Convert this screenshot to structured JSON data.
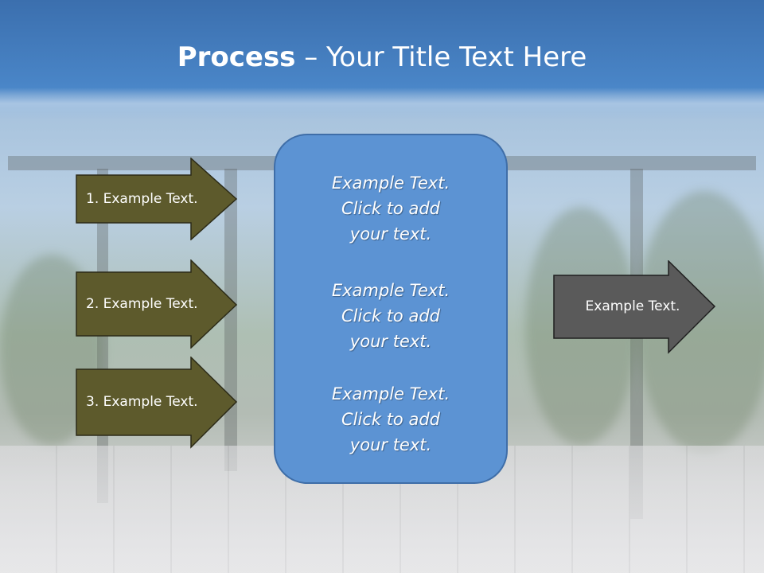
{
  "title": {
    "bold": "Process",
    "rest": " – Your Title Text Here"
  },
  "left_arrows": [
    {
      "label": "1. Example Text."
    },
    {
      "label": "2. Example Text."
    },
    {
      "label": "3. Example Text."
    }
  ],
  "center_blocks": [
    {
      "lines": [
        "Example Text.",
        "Click  to add",
        "your text."
      ]
    },
    {
      "lines": [
        "Example Text.",
        "Click  to add",
        "your text."
      ]
    },
    {
      "lines": [
        "Example Text.",
        "Click  to add",
        "your text."
      ]
    }
  ],
  "right_arrow": {
    "label": "Example Text."
  },
  "colors": {
    "left_arrow_fill": "#5d5a2c",
    "right_arrow_fill": "#5a5a5a",
    "center_fill": "#5c93d3",
    "title_band": "#3b6fae"
  }
}
